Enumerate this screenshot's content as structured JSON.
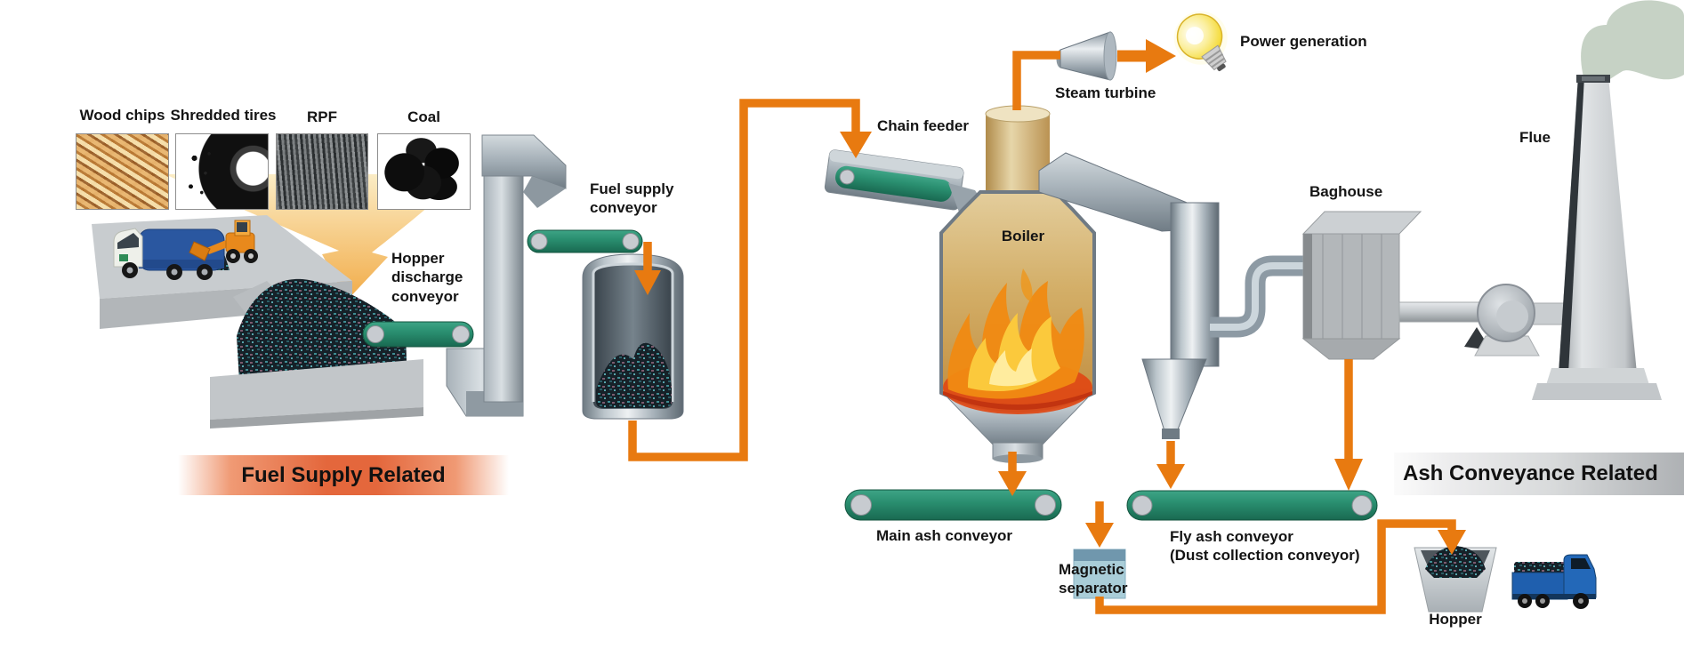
{
  "banners": {
    "fuel_supply": "Fuel Supply Related",
    "ash_conveyance": "Ash Conveyance Related"
  },
  "fuel_sources": [
    {
      "label": "Wood chips"
    },
    {
      "label": "Shredded tires"
    },
    {
      "label": "RPF"
    },
    {
      "label": "Coal"
    }
  ],
  "labels": {
    "hopper_discharge_conveyor": "Hopper\ndischarge\nconveyor",
    "fuel_supply_conveyor": "Fuel supply\nconveyor",
    "chain_feeder": "Chain feeder",
    "steam_turbine": "Steam turbine",
    "power_generation": "Power generation",
    "boiler": "Boiler",
    "baghouse": "Baghouse",
    "flue": "Flue",
    "main_ash_conveyor": "Main ash conveyor",
    "magnetic_separator": "Magnetic\nseparator",
    "fly_ash_conveyor": "Fly ash conveyor\n(Dust collection conveyor)",
    "hopper": "Hopper"
  },
  "icons": {
    "power_generation": "light-bulb-icon",
    "flue_emission": "smoke-cloud-icon",
    "flow": "orange-arrow-icon"
  },
  "colors": {
    "flow_orange": "#E87A10",
    "conveyor_green": "#2A8F70",
    "fuel_banner_orange": "#E4673C",
    "ash_banner_silver": "#C9CCCE",
    "boiler_tan": "#D3AE67",
    "flame_orange": "#F08A12",
    "ember_red": "#E04814",
    "bulb_yellow": "#F5DC40",
    "separator_blue": "#A9CDD8",
    "smoke_green": "#C6D2C5",
    "machine_gray": "#A9B2B9"
  }
}
